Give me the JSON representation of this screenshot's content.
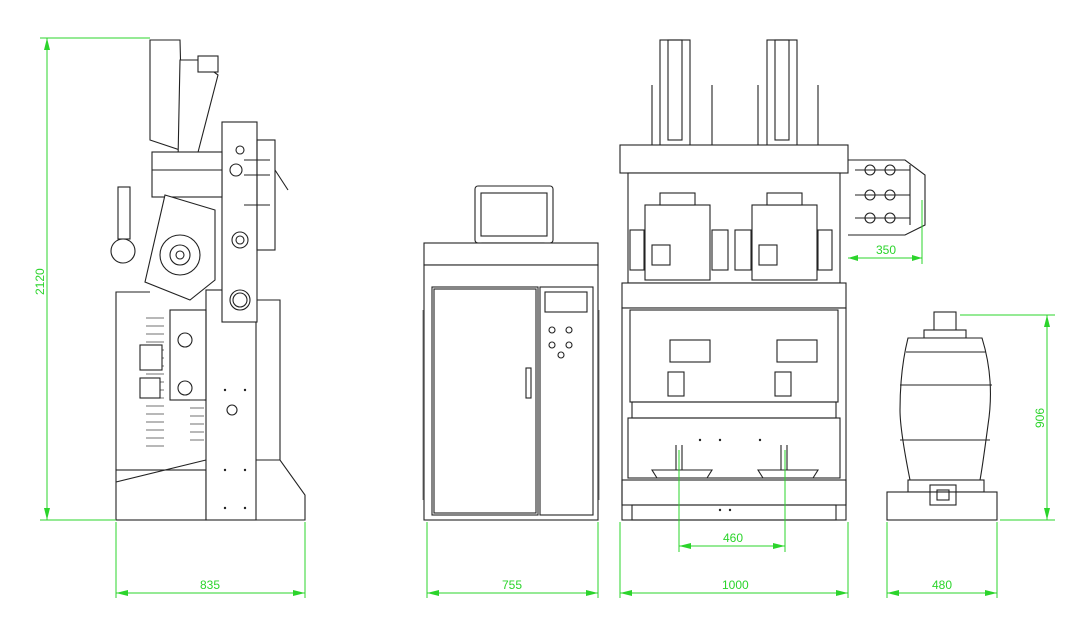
{
  "dimensions": {
    "side_height": "2120",
    "side_depth": "835",
    "cabinet_width": "755",
    "front_width": "1000",
    "spout_spacing": "460",
    "manifold_offset": "350",
    "barrel_height": "906",
    "barrel_width": "480"
  },
  "colors": {
    "dimension": "#2bd42b",
    "line": "#222222"
  }
}
